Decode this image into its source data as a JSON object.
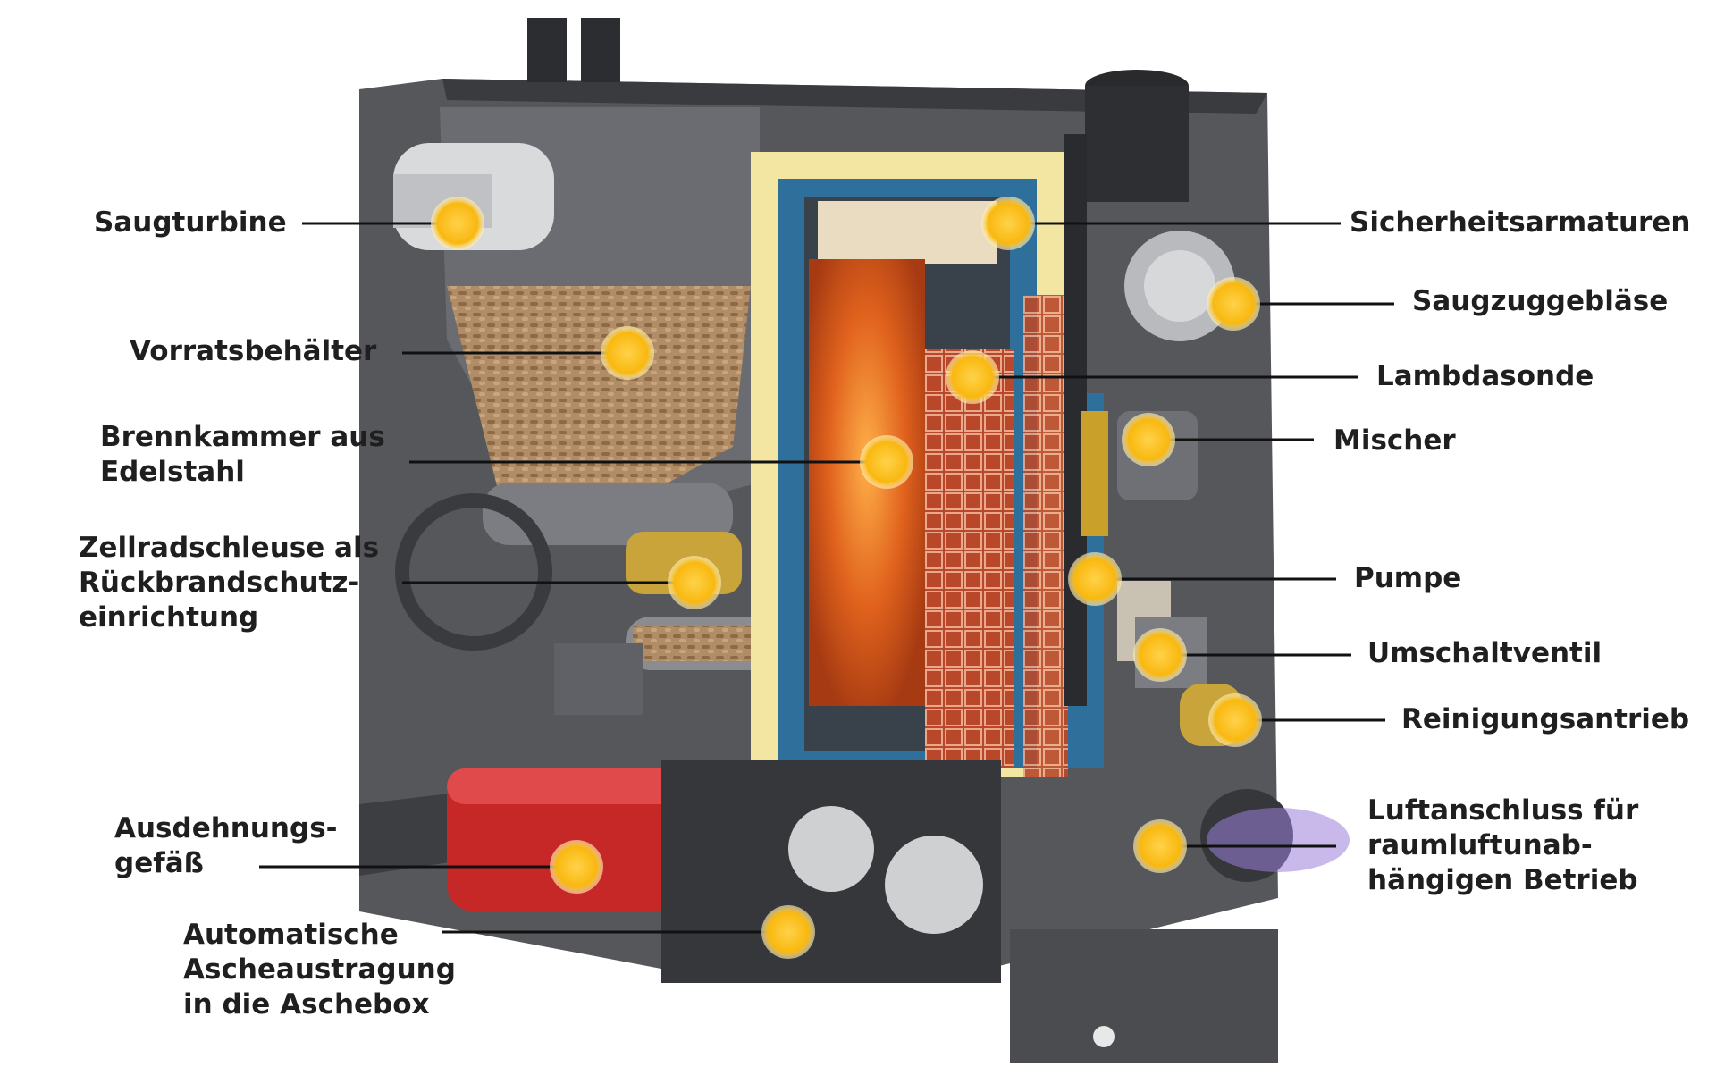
{
  "colors": {
    "marker": "#f9b80f",
    "marker_glow": "#ffe89a",
    "leader_line": "#111111",
    "casing": "#4a4c50",
    "casing_dark": "#2f3034",
    "insulation": "#f2e6a2",
    "water_jacket": "#2f6f9c",
    "flame": "#e0621d",
    "heat_exchanger": "#b9482a",
    "pellets": "#9f7d57",
    "expansion_vessel": "#c62828"
  },
  "labels": {
    "saugturbine": [
      "Saugturbine"
    ],
    "vorratsbehaelter": [
      "Vorratsbehälter"
    ],
    "brennkammer": [
      "Brennkammer aus",
      "Edelstahl"
    ],
    "zellradschleuse": [
      "Zellradschleuse als",
      "Rückbrandschutz-",
      "einrichtung"
    ],
    "ausdehnungsgefaess": [
      "Ausdehnungs-",
      "gefäß"
    ],
    "ascheaustragung": [
      "Automatische",
      "Ascheaustragung",
      "in die Aschebox"
    ],
    "sicherheitsarmaturen": [
      "Sicherheitsarmaturen"
    ],
    "saugzuggeblaese": [
      "Saugzuggebläse"
    ],
    "lambdasonde": [
      "Lambdasonde"
    ],
    "mischer": [
      "Mischer"
    ],
    "pumpe": [
      "Pumpe"
    ],
    "umschaltventil": [
      "Umschaltventil"
    ],
    "reinigungsantrieb": [
      "Reinigungsantrieb"
    ],
    "luftanschluss": [
      "Luftanschluss für",
      "raumluftunab-",
      "hängigen Betrieb"
    ]
  }
}
